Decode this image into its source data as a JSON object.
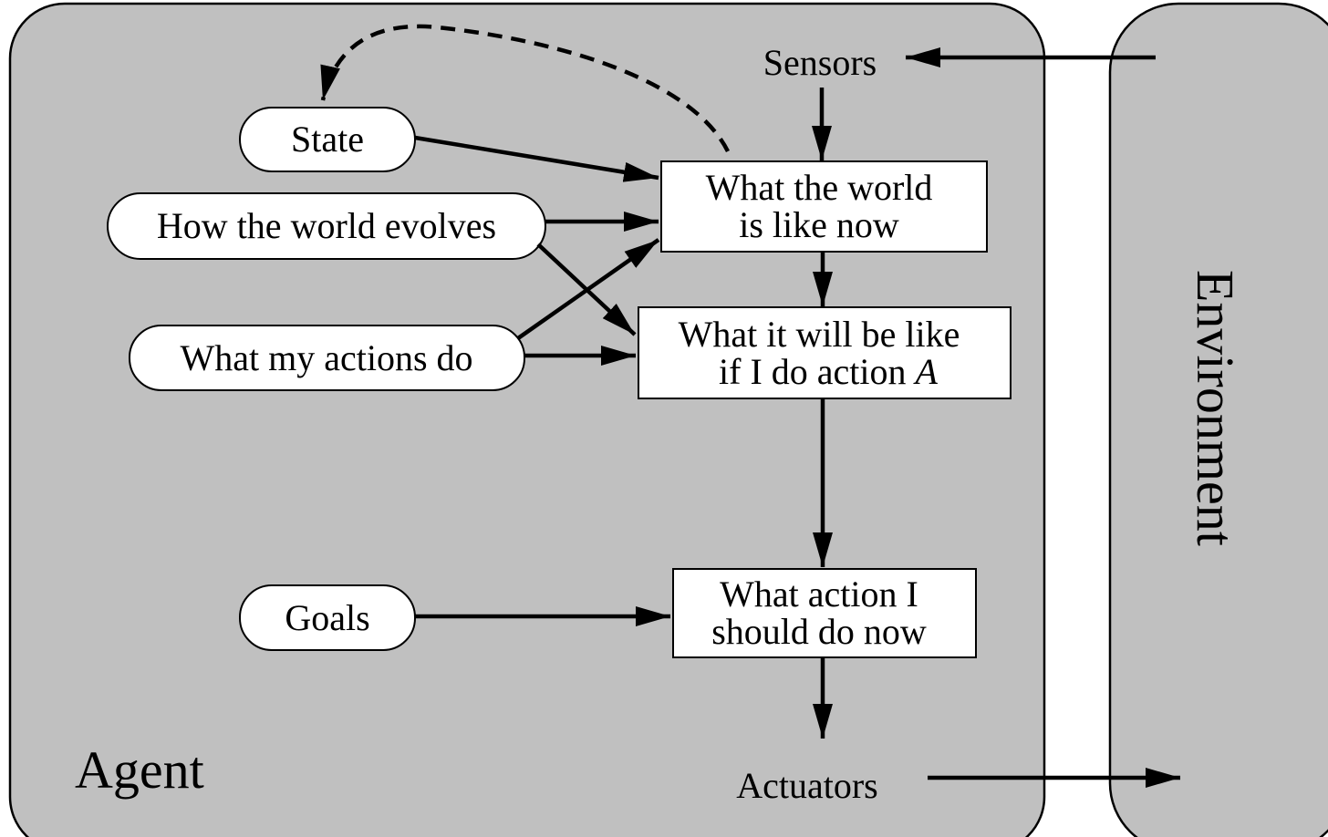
{
  "diagram": {
    "agent_label": "Agent",
    "environment_label": "Environment",
    "sensors": "Sensors",
    "actuators": "Actuators",
    "internal_state": {
      "state": "State",
      "how_world_evolves": "How the world evolves",
      "what_my_actions_do": "What my actions do",
      "goals": "Goals"
    },
    "boxes": {
      "world_now_line1": "What the world",
      "world_now_line2": "is like now",
      "will_be_line1": "What it will be like",
      "will_be_line2_prefix": "if I do action ",
      "will_be_line2_var": "A",
      "action_line1": "What action I",
      "action_line2": "should do now"
    },
    "colors": {
      "agent_fill": "#c0c0c0",
      "environment_fill": "#c0c0c0",
      "node_fill": "#ffffff",
      "stroke": "#000000"
    }
  }
}
